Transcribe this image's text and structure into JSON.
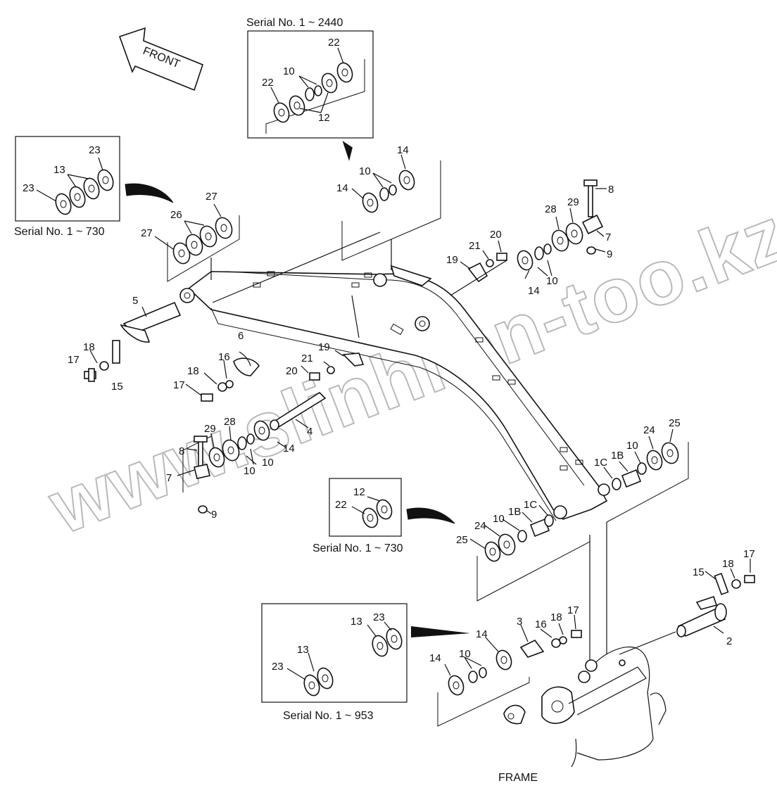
{
  "diagram": {
    "direction_label": "FRONT",
    "frame_label": "FRAME",
    "watermark": "www.slinhron-too.kz",
    "insets": [
      {
        "caption": "Serial No. 1 ~ 2440",
        "labels": [
          "22",
          "10",
          "22",
          "12"
        ]
      },
      {
        "caption": "Serial No. 1 ~ 730",
        "labels": [
          "23",
          "13",
          "23"
        ]
      },
      {
        "caption": "Serial No. 1 ~ 730",
        "labels": [
          "12",
          "22"
        ]
      },
      {
        "caption": "Serial No. 1 ~ 953",
        "labels": [
          "13",
          "23",
          "13",
          "23"
        ]
      }
    ],
    "callouts": [
      "14",
      "10",
      "14",
      "8",
      "28",
      "29",
      "7",
      "9",
      "20",
      "21",
      "19",
      "14",
      "10",
      "27",
      "26",
      "27",
      "5",
      "6",
      "18",
      "17",
      "15",
      "16",
      "18",
      "17",
      "19",
      "21",
      "20",
      "29",
      "28",
      "8",
      "7",
      "14",
      "10",
      "10",
      "4",
      "9",
      "25",
      "24",
      "10",
      "1B",
      "1C",
      "24",
      "10",
      "1B",
      "1C",
      "25",
      "17",
      "18",
      "15",
      "2",
      "3",
      "16",
      "18",
      "17",
      "14",
      "14",
      "10"
    ]
  }
}
